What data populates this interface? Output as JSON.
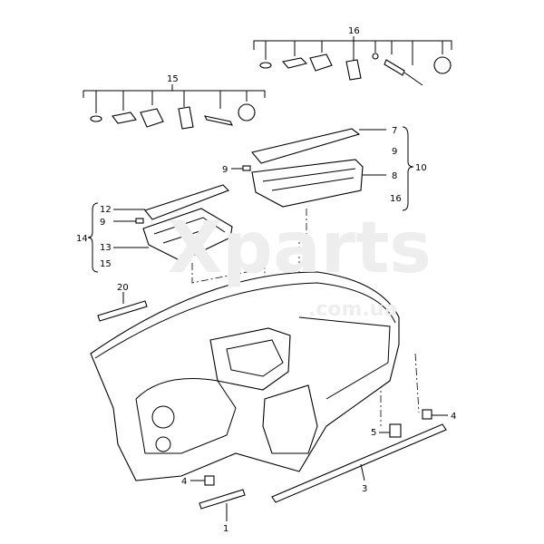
{
  "watermark": {
    "main": "Xparts",
    "sub": ".com.ua"
  },
  "callouts": {
    "c16_top": "16",
    "c15_top": "15",
    "c7": "7",
    "c9_right": "9",
    "c10": "10",
    "c8": "8",
    "c16_right": "16",
    "c9_glovebox": "9",
    "c12": "12",
    "c9_left": "9",
    "c14": "14",
    "c13": "13",
    "c15_left": "15",
    "c20": "20",
    "c4_right": "4",
    "c5": "5",
    "c3": "3",
    "c4_left": "4",
    "c1": "1"
  }
}
